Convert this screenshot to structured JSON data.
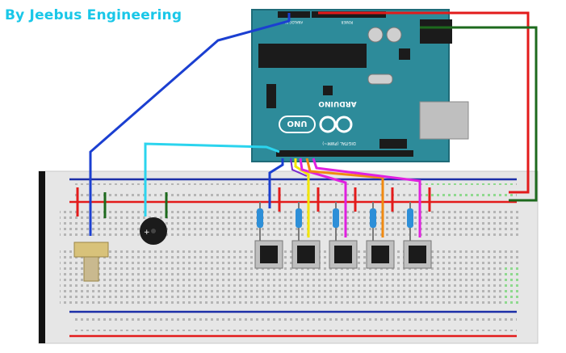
{
  "credit": {
    "text": "By Jeebus Engineering"
  },
  "board": {
    "name": "UNO",
    "brand": "ARDUINO",
    "digital_label": "DIGITAL (PWM~)",
    "analog_label": "ANALOG IN",
    "power_label": "POWER"
  },
  "palette": {
    "board": "#2d8b9a",
    "board_dark": "#1f6b78",
    "breadboard": "#e7e7e7",
    "rail_red": "#e31b1b",
    "rail_blue": "#1c2fa8",
    "wire_blue": "#1b3fd1",
    "wire_cyan": "#2bd4ee",
    "wire_red": "#e31b1b",
    "wire_green": "#1d6a1d",
    "wire_yellow": "#f3e600",
    "wire_magenta": "#e020e0",
    "wire_orange": "#f08a12",
    "wire_purple": "#7a2bd0"
  },
  "components": {
    "potentiometer": "potentiometer",
    "buzzer": "buzzer",
    "buttons": [
      "button-1",
      "button-2",
      "button-3",
      "button-4",
      "button-5"
    ],
    "resistors": [
      "resistor-1",
      "resistor-2",
      "resistor-3",
      "resistor-4",
      "resistor-5"
    ]
  }
}
